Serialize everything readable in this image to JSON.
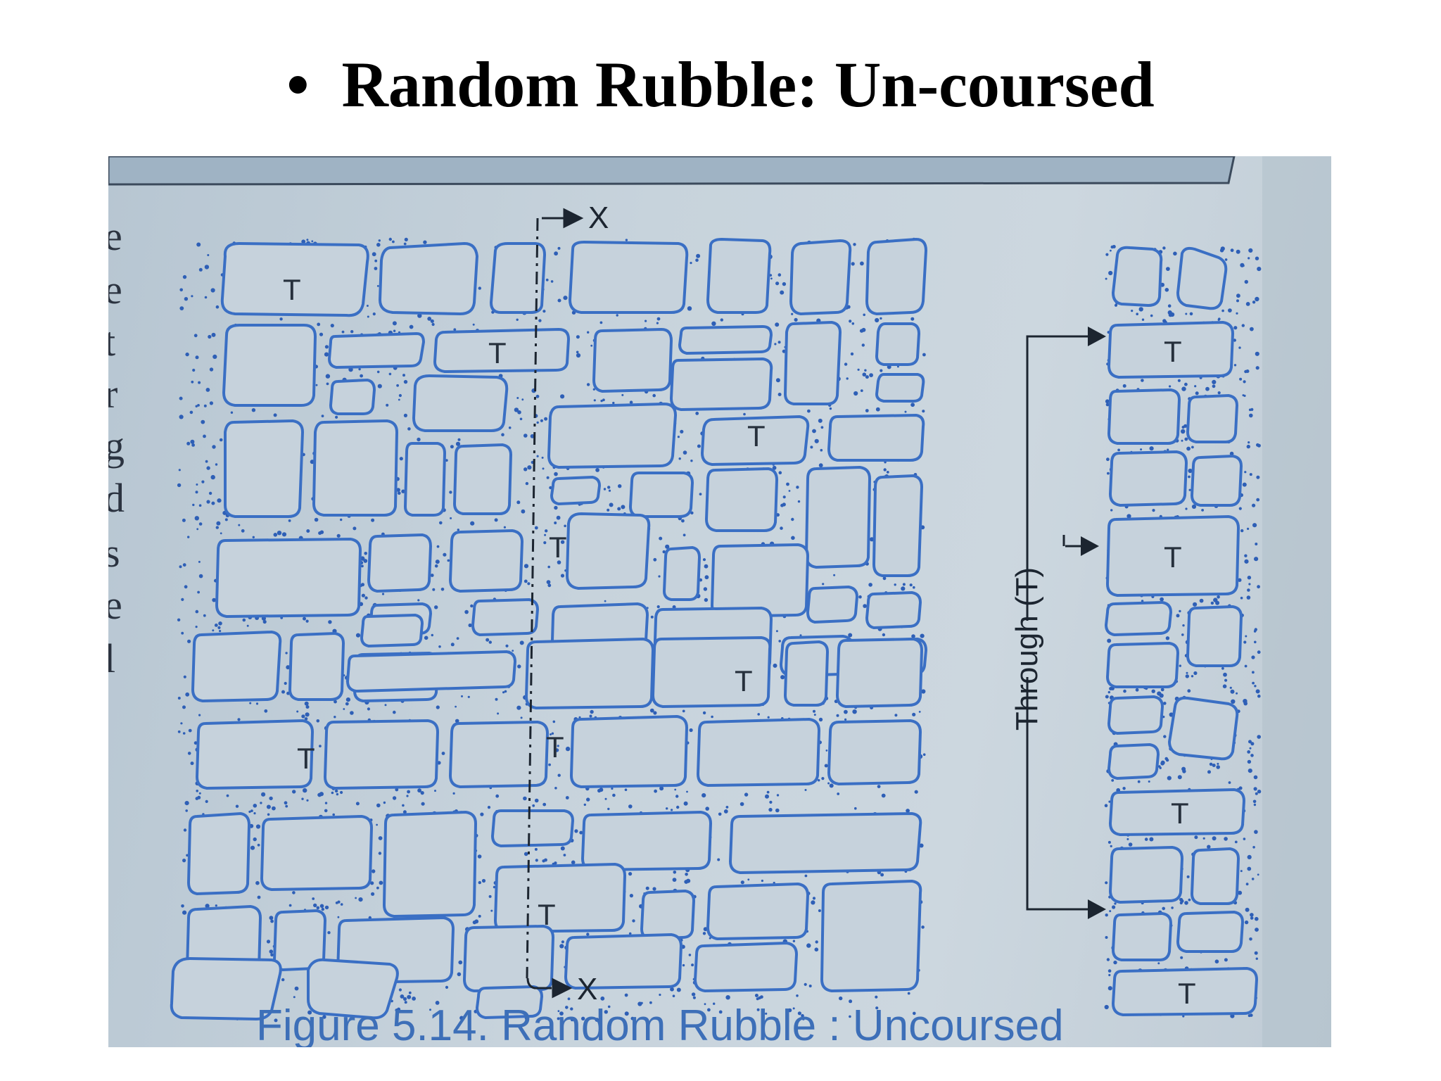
{
  "slide": {
    "bullet": "•",
    "title": "Random Rubble: Un-coursed"
  },
  "figure": {
    "caption": "Figure 5.14. Random Rubble : Uncoursed",
    "section_marker": "X",
    "through_stone_marker": "T",
    "through_label": "Through (T)",
    "margin_letters": [
      "e",
      "e",
      "t",
      "r",
      "g",
      "d",
      "s",
      "e",
      "l"
    ]
  },
  "colors": {
    "stone_outline": "#3a6fc4",
    "mortar": "#2e5fb6",
    "page_paper": "#c7d3dc",
    "caption": "#3d6fb8"
  }
}
